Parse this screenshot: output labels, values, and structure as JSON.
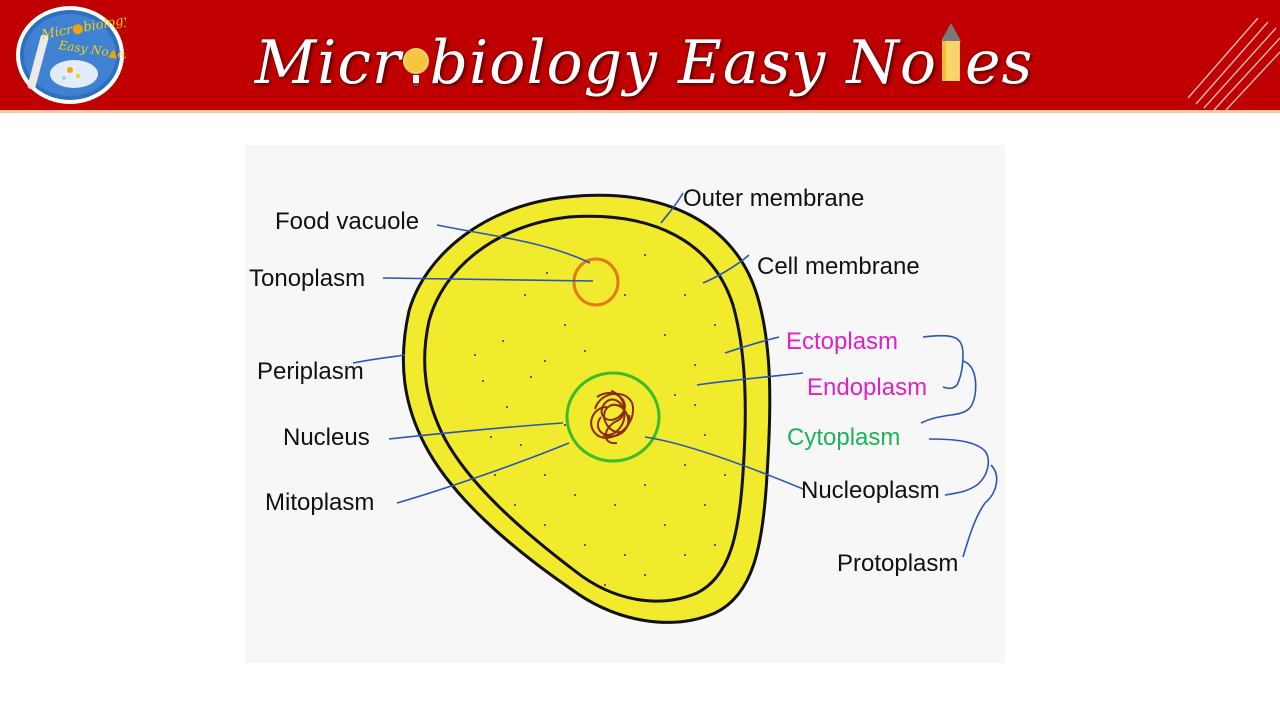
{
  "header": {
    "logo_line1": "Micr",
    "logo_line1_end": "biology",
    "logo_line2": "Easy No",
    "logo_line2_end": "es",
    "title_part1": "Micr",
    "title_part2": "biology Easy No",
    "title_part3": "es"
  },
  "colors": {
    "banner": "#c00000",
    "cell_fill": "#f2ea2c",
    "membrane": "#111111",
    "vacuole": "#e07a1a",
    "nucleus_ring": "#3dbb2a",
    "nucleus_chromatin": "#8b2a10",
    "pointer_lines": "#2a56b8",
    "ectoplasm_label": "#e020c8",
    "cytoplasm_label": "#1fb25a"
  },
  "diagram": {
    "labels": {
      "food_vacuole": "Food vacuole",
      "tonoplasm": "Tonoplasm",
      "periplasm": "Periplasm",
      "nucleus": "Nucleus",
      "mitoplasm": "Mitoplasm",
      "outer_membrane": "Outer membrane",
      "cell_membrane": "Cell membrane",
      "ectoplasm": "Ectoplasm",
      "endoplasm": "Endoplasm",
      "cytoplasm": "Cytoplasm",
      "nucleoplasm": "Nucleoplasm",
      "protoplasm": "Protoplasm"
    }
  }
}
